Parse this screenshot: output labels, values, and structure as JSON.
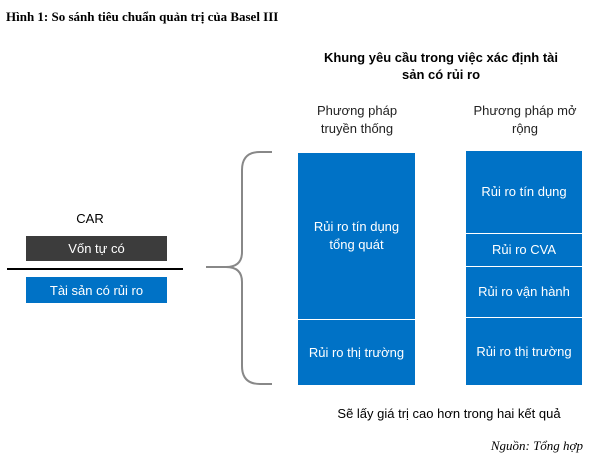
{
  "caption": "Hình 1: So sánh tiêu chuẩn quản trị của Basel III",
  "framework_title": "Khung yêu cầu trong việc xác định tài sản có rủi ro",
  "car": {
    "label": "CAR",
    "numerator": "Vốn tự có",
    "denominator": "Tài sản có rủi ro"
  },
  "traditional": {
    "heading": "Phương pháp truyền thống",
    "boxes": [
      "Rủi ro tín dụng tổng quát",
      "Rủi ro thị trường"
    ]
  },
  "extended": {
    "heading": "Phương pháp mở rộng",
    "boxes": [
      "Rủi ro tín dụng",
      "Rủi ro CVA",
      "Rủi ro vận hành",
      "Rủi ro thị trường"
    ]
  },
  "note": "Sẽ lấy giá trị cao hơn trong hai kết quả",
  "source": "Nguồn: Tổng hợp",
  "colors": {
    "blue": "#0072c6",
    "dark": "#3c3c3c",
    "brace": "#888888"
  }
}
